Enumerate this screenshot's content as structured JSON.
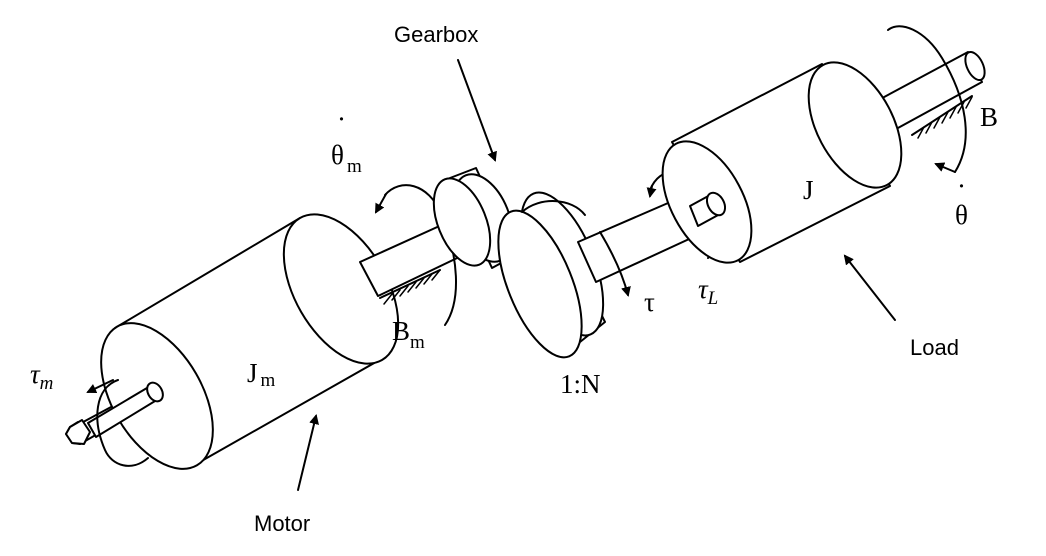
{
  "labels": {
    "gearbox": "Gearbox",
    "motor": "Motor",
    "load": "Load",
    "ratio": "1:N",
    "tau": "τ",
    "tau_m": {
      "base": "τ",
      "sub": "m"
    },
    "tau_L": {
      "base": "τ",
      "sub": "L"
    },
    "J_m": {
      "base": "J",
      "sub": "m"
    },
    "J": "J",
    "B_m": {
      "base": "B",
      "sub": "m"
    },
    "B": "B",
    "theta_dot_m": {
      "base": "θ",
      "sub": "m",
      "dot": "·"
    },
    "theta_dot": {
      "base": "θ",
      "dot": "·"
    }
  }
}
